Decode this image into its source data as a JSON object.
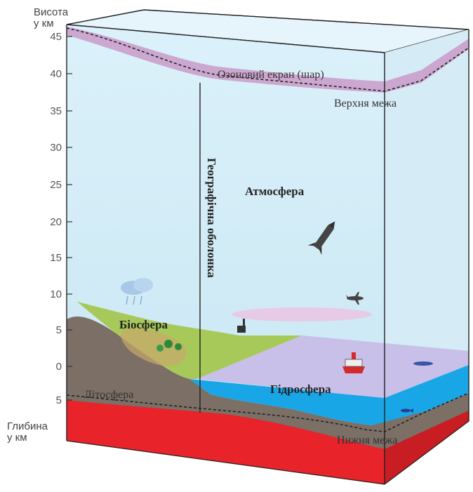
{
  "axis": {
    "top_title_1": "Висота",
    "top_title_2": "у км",
    "bottom_title_1": "Глибина",
    "bottom_title_2": "у км",
    "ticks": [
      "45",
      "40",
      "35",
      "30",
      "25",
      "20",
      "15",
      "10",
      "5",
      "0",
      "5"
    ]
  },
  "labels": {
    "ozone": "Озоновий екран (шар)",
    "upper_boundary": "Верхня межа",
    "geo_envelope": "Географічна оболонка",
    "atmosphere": "Атмосфера",
    "biosphere": "Біосфера",
    "hydrosphere": "Гідросфера",
    "lithosphere": "Літосфера",
    "lower_boundary": "Нижня межа"
  },
  "colors": {
    "sky": "#d4eef8",
    "ozone": "#c99ac8",
    "lithosphere_top": "#7b6f66",
    "lithosphere_red": "#e8232a",
    "hydrosphere": "#19a6e6",
    "biosphere": "#a7c95a",
    "sea_surface": "#c8c0e8"
  },
  "icons": [
    "rocket-icon",
    "airplane-icon",
    "ship-icon",
    "submarine-icon",
    "fish-icon",
    "cloud-icon",
    "factory-icon",
    "tree-icon"
  ]
}
